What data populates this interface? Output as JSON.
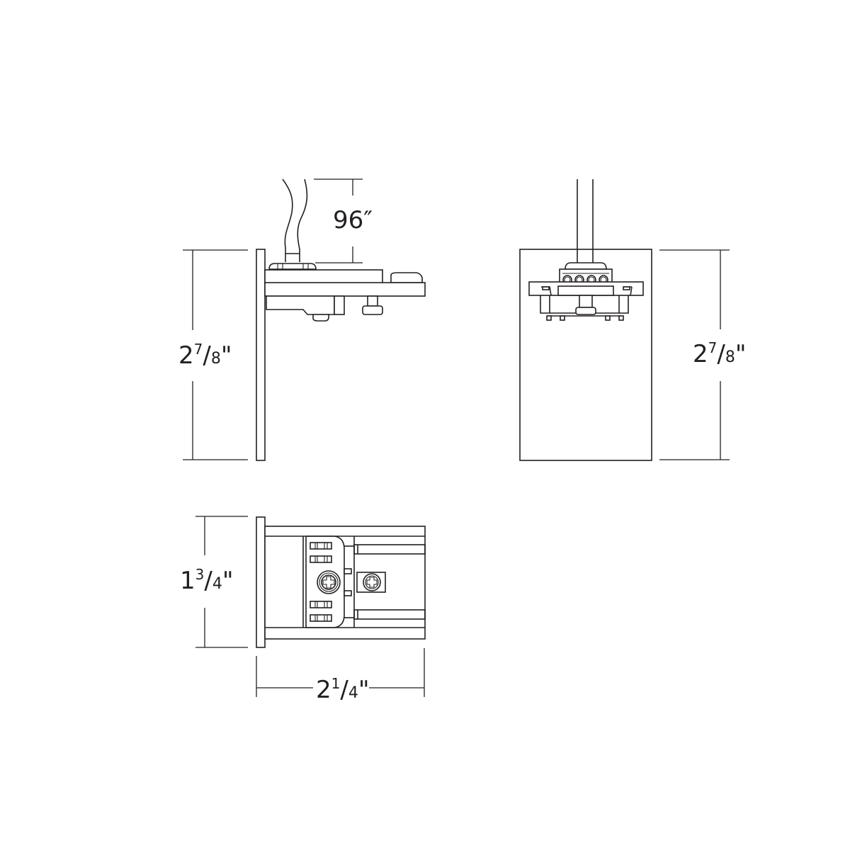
{
  "diagram": {
    "type": "technical dimension drawing",
    "line_color": "#231f20",
    "background": "#ffffff",
    "views": [
      {
        "name": "side-view",
        "description": "Side elevation with mounting plate, bracket and lead wire"
      },
      {
        "name": "front-view",
        "description": "Front elevation with terminal block and lead wire"
      },
      {
        "name": "top-view",
        "description": "Plan view showing terminal contacts and screws"
      }
    ],
    "dimensions": {
      "lead_length": {
        "whole": "96",
        "unit": "″"
      },
      "side_height": {
        "whole": "2",
        "num": "7",
        "den": "8",
        "unit": "\""
      },
      "front_height": {
        "whole": "2",
        "num": "7",
        "den": "8",
        "unit": "\""
      },
      "top_width": {
        "whole": "1",
        "num": "3",
        "den": "4",
        "unit": "\""
      },
      "top_length": {
        "whole": "2",
        "num": "1",
        "den": "4",
        "unit": "\""
      }
    }
  }
}
